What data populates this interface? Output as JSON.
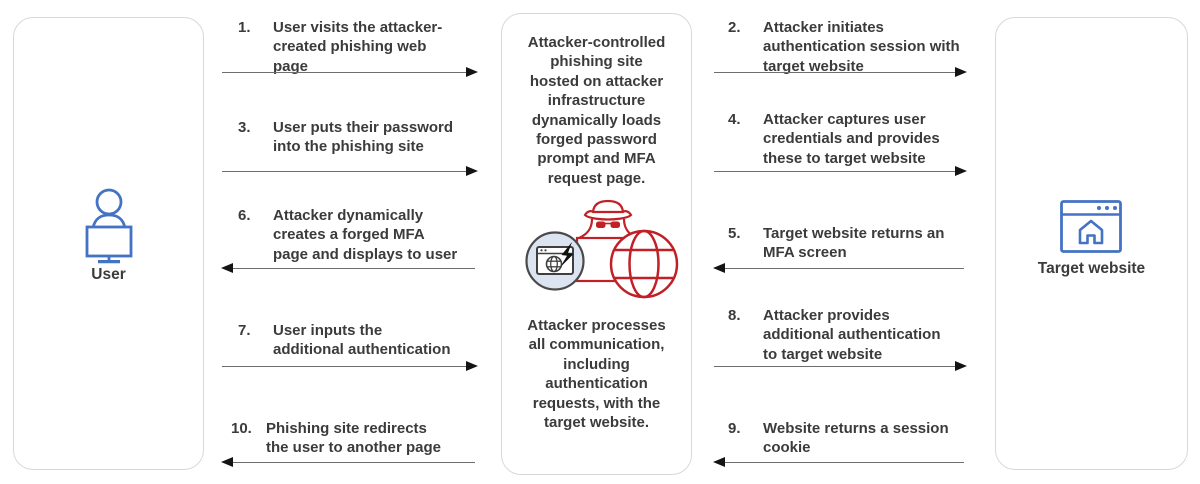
{
  "entities": {
    "user": {
      "label": "User"
    },
    "phishing_site": {
      "description_top": [
        "Attacker-controlled",
        "phishing site",
        "hosted on attacker",
        "infrastructure",
        "dynamically loads",
        "forged password",
        "prompt and MFA",
        "request page."
      ],
      "description_bottom": [
        "Attacker processes",
        "all communication,",
        "including",
        "authentication",
        "requests, with the",
        "target website."
      ]
    },
    "target_website": {
      "label": "Target website"
    }
  },
  "left_column_steps": [
    {
      "num": "1.",
      "lines": [
        "User visits the attacker-",
        "created phishing web",
        "page"
      ],
      "arrow_direction": "right"
    },
    {
      "num": "3.",
      "lines": [
        "User puts their password",
        "into the phishing site"
      ],
      "arrow_direction": "right"
    },
    {
      "num": "6.",
      "lines": [
        "Attacker dynamically",
        "creates a forged MFA",
        "page and displays to user"
      ],
      "arrow_direction": "left"
    },
    {
      "num": "7.",
      "lines": [
        "User inputs the",
        "additional authentication"
      ],
      "arrow_direction": "right"
    },
    {
      "num": "10.",
      "lines": [
        "Phishing site redirects",
        "the user to another page"
      ],
      "arrow_direction": "left"
    }
  ],
  "right_column_steps": [
    {
      "num": "2.",
      "lines": [
        "Attacker initiates",
        "authentication session with",
        "target website"
      ],
      "arrow_direction": "right"
    },
    {
      "num": "4.",
      "lines": [
        "Attacker captures user",
        "credentials and provides",
        "these to target website"
      ],
      "arrow_direction": "right"
    },
    {
      "num": "5.",
      "lines": [
        "Target website returns an",
        "MFA screen"
      ],
      "arrow_direction": "left"
    },
    {
      "num": "8.",
      "lines": [
        "Attacker provides",
        "additional authentication",
        "to target website"
      ],
      "arrow_direction": "right"
    },
    {
      "num": "9.",
      "lines": [
        "Website returns a session",
        "cookie"
      ],
      "arrow_direction": "left"
    }
  ],
  "icons": {
    "user": "person-at-monitor-icon",
    "phishing_site": "spy-globe-compromised-browser-icon",
    "target_website": "browser-home-icon"
  },
  "colors": {
    "icon_blue": "#4472C4",
    "icon_red": "#C02026",
    "icon_circle_fill": "#DCE3F1",
    "icon_dark_gray": "#3f3f3f",
    "box_border": "#d8d8d8",
    "text": "#3b3b3b",
    "arrow_line": "#6e6e6e",
    "arrow_head": "#141414"
  }
}
